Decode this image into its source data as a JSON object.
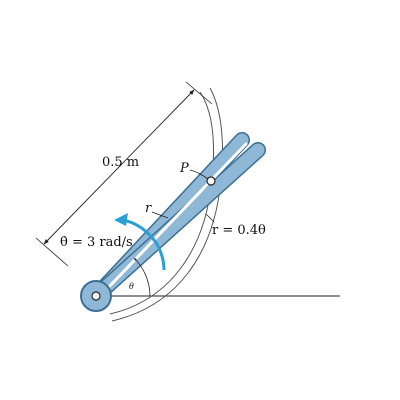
{
  "labels": {
    "length": "0.5 m",
    "point": "P",
    "radius": "r",
    "angle": "θ",
    "omega": "θ̇ = 3 rad/s",
    "path": "r = 0.4θ"
  },
  "colors": {
    "arm_fill": "#8fb8d6",
    "arm_stroke": "#3c6f93",
    "arrow": "#2a9fd6",
    "line": "#222222",
    "path_curve": "#555555"
  },
  "given": {
    "arm_length_m": 0.5,
    "angular_velocity_rad_s": 3,
    "path_constant": 0.4
  }
}
